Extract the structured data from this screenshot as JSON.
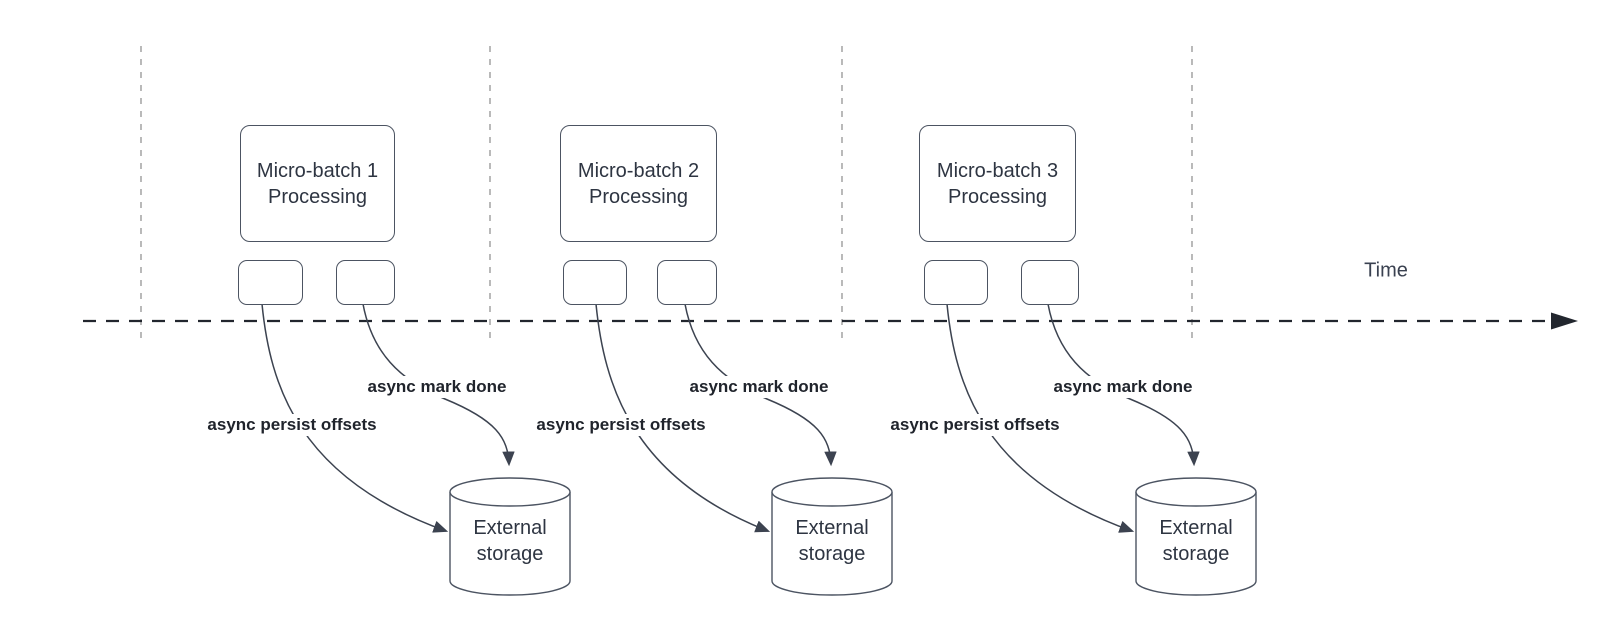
{
  "diagram": {
    "time_label": "Time",
    "groups": [
      {
        "batch_label": "Micro-batch 1",
        "processing_label": "Processing",
        "persist_label": "async persist offsets",
        "mark_done_label": "async mark done",
        "storage_label": "External storage"
      },
      {
        "batch_label": "Micro-batch 2",
        "processing_label": "Processing",
        "persist_label": "async persist offsets",
        "mark_done_label": "async mark done",
        "storage_label": "External storage"
      },
      {
        "batch_label": "Micro-batch 3",
        "processing_label": "Processing",
        "persist_label": "async persist offsets",
        "mark_done_label": "async mark done",
        "storage_label": "External storage"
      }
    ],
    "colors": {
      "background": "#ffffff",
      "shape_border": "#4c5462",
      "edge_line": "#3c4350",
      "timeline_line": "#22262e",
      "guide_line": "#a8a8a8",
      "text": "#2e3542",
      "bold_label_text": "#20242c"
    }
  }
}
